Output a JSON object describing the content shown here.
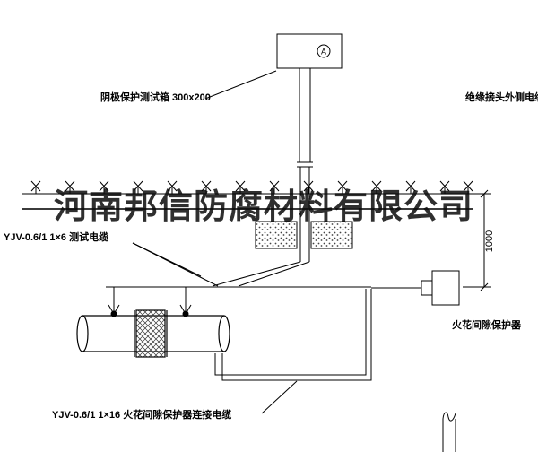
{
  "watermark": {
    "text": "河南邦信防腐材料有限公司"
  },
  "test_box": {
    "meter_label": "A"
  },
  "labels": {
    "test_box": "阴极保护测试箱 300x200",
    "outer_cable": "绝缘接头外侧电缆",
    "test_cable": "YJV-0.6/1  1×6   测试电缆",
    "spark_cable": "YJV-0.6/1  1×16   火花间隙保护器连接电缆",
    "protector": "火花间隙保护器"
  },
  "dimensions": {
    "burial_depth": "1000"
  }
}
